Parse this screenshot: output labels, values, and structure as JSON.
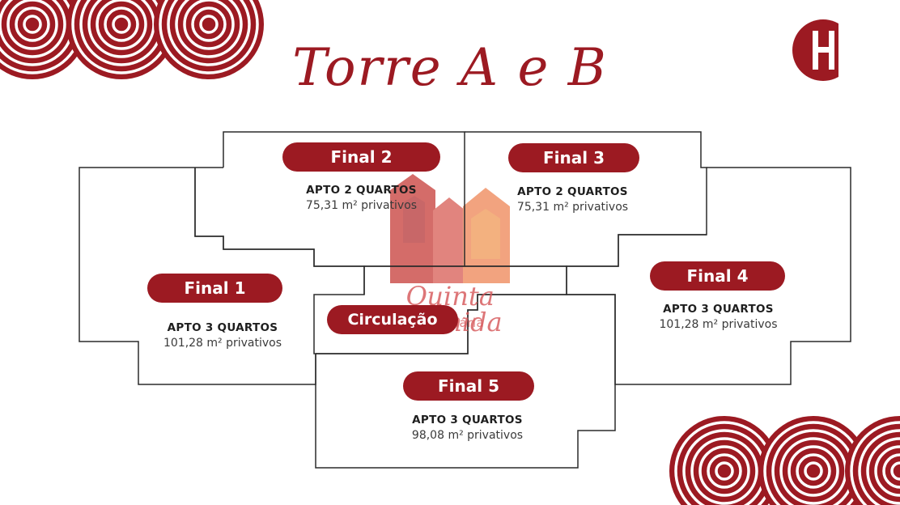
{
  "title": "Torre A e B",
  "colors": {
    "brand": "#9c1a22",
    "line": "#2b2b2b",
    "text": "#1e1e1e",
    "background": "#ffffff"
  },
  "logo": {
    "icon": "h-circle-logo"
  },
  "decorations": [
    "interlaced-circles-pattern-top-left",
    "interlaced-circles-pattern-bottom-right"
  ],
  "watermark": {
    "title": "Quinta Avenida",
    "subtitle": "Imobiliária"
  },
  "units": [
    {
      "label": "Final 1",
      "type": "APTO 3 QUARTOS",
      "area": "101,28 m² privativos"
    },
    {
      "label": "Final 2",
      "type": "APTO 2 QUARTOS",
      "area": "75,31 m² privativos"
    },
    {
      "label": "Final 3",
      "type": "APTO 2 QUARTOS",
      "area": "75,31 m² privativos"
    },
    {
      "label": "Final 4",
      "type": "APTO 3 QUARTOS",
      "area": "101,28 m² privativos"
    },
    {
      "label": "Final 5",
      "type": "APTO 3 QUARTOS",
      "area": "98,08 m² privativos"
    }
  ],
  "circulation": {
    "label": "Circulação"
  }
}
